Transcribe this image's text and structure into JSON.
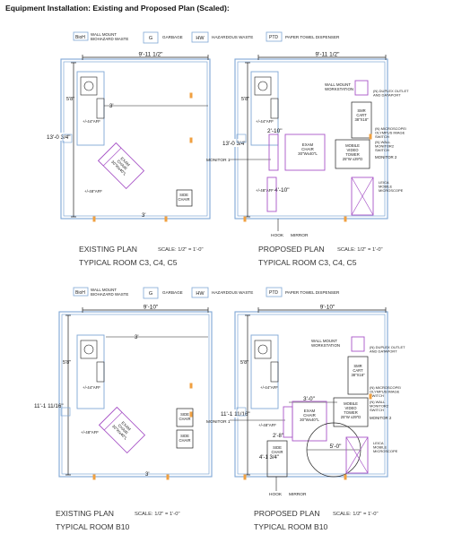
{
  "heading": "Equipment Installation: Existing and Proposed Plan (Scaled):",
  "legend": {
    "brt_tag": "BioH",
    "wall_mount_biohazard": [
      "WALL MOUNT",
      "BIOHAZARD WASTE"
    ],
    "g_tag": "G",
    "garbage": "GARBAGE",
    "hw_tag": "HW",
    "hazardous_waste": "HAZARDOUS WASTE",
    "ptd_tag": "PTD",
    "paper_towel": "PAPER TOWEL DISPENSER"
  },
  "top_existing": {
    "width_dim": "9'-11 1/2\"",
    "height_dim": "13'-0 3/4\"",
    "dim_3": "3'",
    "dim_58": "5'8\"",
    "aff_1": "+/-44\"AFF",
    "aff_2": "+/-48\"AFF",
    "exam_chair": [
      "EXAM",
      "CHAIR",
      "30\"Wx40\"L"
    ],
    "side_chair": [
      "SIDE",
      "CHAIR"
    ],
    "title": "EXISTING PLAN",
    "scale": "SCALE: 1/2\" = 1'-0\"",
    "subtitle": "TYPICAL ROOM C3, C4, C5"
  },
  "top_proposed": {
    "width_dim": "9'-11 1/2\"",
    "height_dim": "13'-0 3/4\"",
    "dim_58": "5'8\"",
    "dim_210": "2'-10\"",
    "dim_410": "4'-10\"",
    "aff_1": "+/-44\"AFF",
    "aff_2": "+/-48\"AFF",
    "monitor1": "MONITOR 1",
    "exam_chair": [
      "EXAM",
      "CHAIR",
      "30\"Wx40\"L"
    ],
    "workstation": [
      "WALL MOUNT",
      "WORKSTATION"
    ],
    "duplex": [
      "(N) DUPLEX OUTLET",
      "AND DATAPORT"
    ],
    "smr_cart": [
      "SMR",
      "CART",
      "38\"X18\""
    ],
    "microscope": [
      "(N) MICROSCOPE/",
      "OLYMPUS IMAGE",
      "SWITCH"
    ],
    "wall_monitor": [
      "(N) WALL",
      "MONITOR2",
      "SWITCH"
    ],
    "monitor2": "MONITOR 2",
    "video_tower": [
      "MOBILE",
      "VIDEO",
      "TOWER",
      "25\"W x29\"D"
    ],
    "leica": [
      "LEICA",
      "MOBILE",
      "MICROSCOPE"
    ],
    "hook": "HOOK",
    "mirror": "MIRROR",
    "title": "PROPOSED PLAN",
    "scale": "SCALE: 1/2\" = 1'-0\"",
    "subtitle": "TYPICAL ROOM C3, C4, C5"
  },
  "bottom_existing": {
    "width_dim": "9'-10\"",
    "height_dim": "11'-1 11/16\"",
    "dim_3": "3'",
    "dim_58": "5'8\"",
    "aff_1": "+/-44\"AFF",
    "aff_2": "+/-48\"AFF",
    "exam_chair": [
      "EXAM",
      "CHAIR",
      "30\"Wx40\"L"
    ],
    "side_chair": [
      "SIDE",
      "CHAIR"
    ],
    "title": "EXISTING PLAN",
    "scale": "SCALE: 1/2\" = 1'-0\"",
    "subtitle": "TYPICAL ROOM B10"
  },
  "bottom_proposed": {
    "width_dim": "9'-10\"",
    "height_dim": "11'-1 11/16\"",
    "dim_30": "3'-0\"",
    "dim_28": "2'-8\"",
    "dim_413": "4'-1 3/4\"",
    "dim_50": "5'-0\"",
    "dim_58": "5'8\"",
    "aff_1": "+/-44\"AFF",
    "aff_2": "+/-48\"AFF",
    "monitor1": "MONITOR 1",
    "exam_chair": [
      "EXAM",
      "CHAIR",
      "30\"Wx40\"L"
    ],
    "workstation": [
      "WALL MOUNT",
      "WORKSTATION"
    ],
    "duplex": [
      "(N) DUPLEX OUTLET",
      "AND DATAPORT"
    ],
    "smr_cart": [
      "SMR",
      "CART",
      "38\"X18\""
    ],
    "microscope": [
      "(N) MICROSCOPE/",
      "OLYMPUS IMAGE",
      "SWITCH"
    ],
    "wall_monitor": [
      "(N) WALL",
      "MONITOR2",
      "SWITCH"
    ],
    "monitor2": "MONITOR 2",
    "video_tower": [
      "MOBILE",
      "VIDEO",
      "TOWER",
      "25\"W x29\"D"
    ],
    "leica": [
      "LEICA",
      "MOBILE",
      "MICROSCOPE"
    ],
    "side_chair": [
      "SIDE",
      "CHAIR"
    ],
    "hook": "HOOK",
    "mirror": "MIRROR",
    "title": "PROPOSED PLAN",
    "scale": "SCALE: 1/2\" = 1'-0\"",
    "subtitle": "TYPICAL ROOM B10"
  },
  "colors": {
    "wall": "#7fa7d6",
    "purple": "#a855c7",
    "orange": "#f0a040",
    "red": "#e06060",
    "line": "#222222"
  }
}
